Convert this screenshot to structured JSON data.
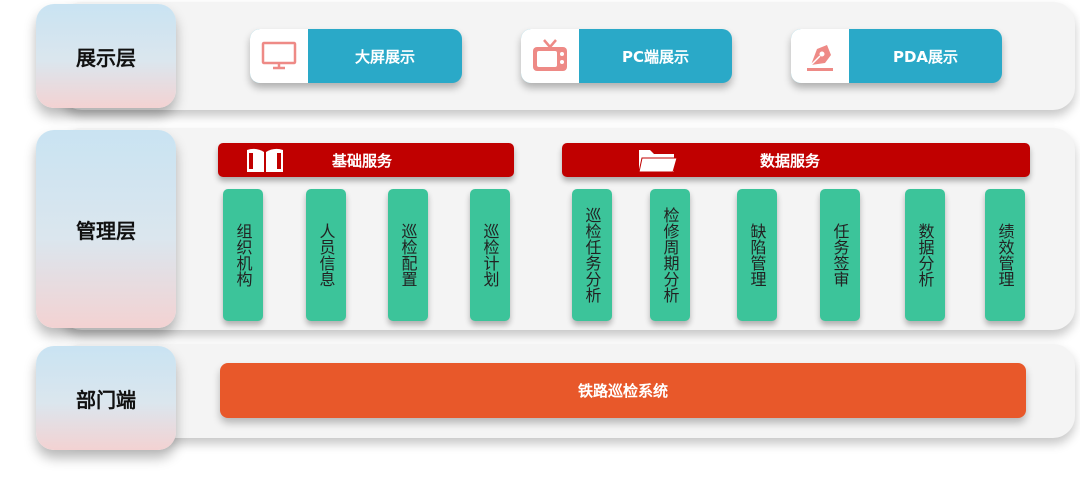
{
  "layers": {
    "display": {
      "label": "展示层",
      "items": [
        {
          "icon": "monitor-icon",
          "label": "大屏展示"
        },
        {
          "icon": "tv-icon",
          "label": "PC端展示"
        },
        {
          "icon": "pen-icon",
          "label": "PDA展示"
        }
      ]
    },
    "management": {
      "label": "管理层",
      "basic_services": {
        "title": "基础服务",
        "icon": "book-icon",
        "items": [
          "组织机构",
          "人员信息",
          "巡检配置",
          "巡检计划"
        ]
      },
      "data_services": {
        "title": "数据服务",
        "icon": "folder-icon",
        "items": [
          "巡检任务分析",
          "检修周期分析",
          "缺陷管理",
          "任务签审",
          "数据分析",
          "绩效管理"
        ]
      }
    },
    "department": {
      "label": "部门端",
      "system": "铁路巡检系统"
    }
  },
  "colors": {
    "display_pill": "#2aa9c8",
    "service_header": "#c00000",
    "service_item": "#3cc49a",
    "system_bar": "#e8582a",
    "icon_pink": "#ee8a86"
  }
}
